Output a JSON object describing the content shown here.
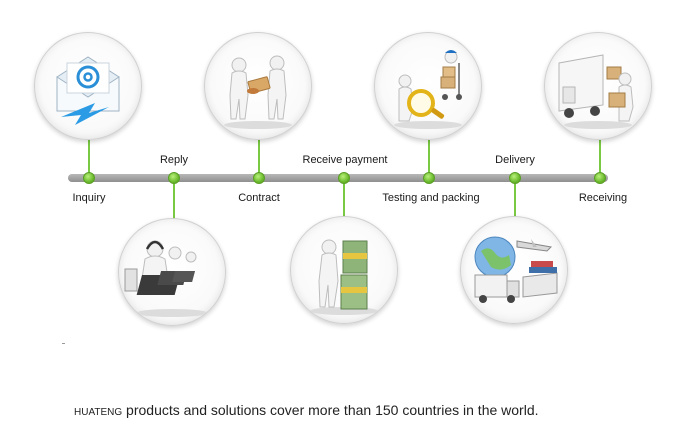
{
  "steps_top": [
    {
      "label": "Inquiry",
      "icon": "email-envelope-icon"
    },
    {
      "label": "Contract",
      "icon": "handshake-contract-icon"
    },
    {
      "label": "Testing and packing",
      "icon": "magnifier-inspection-icon"
    },
    {
      "label": "Receiving",
      "icon": "delivery-truck-boxes-icon"
    }
  ],
  "steps_bottom": [
    {
      "label": "Reply",
      "icon": "call-center-operators-icon"
    },
    {
      "label": "Receive payment",
      "icon": "money-stacks-icon"
    },
    {
      "label": "Delivery",
      "icon": "global-shipping-icon"
    }
  ],
  "footer": {
    "brand": "HUATENG",
    "text": " products and solutions cover more than 150 countries in the world."
  },
  "colors": {
    "node_green": "#7ac943",
    "timeline_gray": "#9e9e9e"
  }
}
